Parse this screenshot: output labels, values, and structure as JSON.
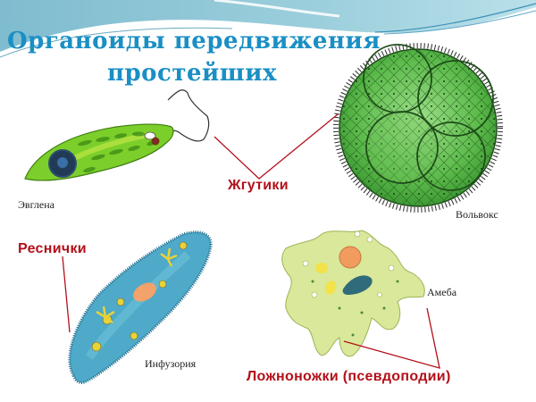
{
  "slide": {
    "title_line1": "Органоиды  передвижения",
    "title_line2": "простейших"
  },
  "organisms": [
    {
      "name": "Эвглена",
      "organelle": "Жгутики"
    },
    {
      "name": "Вольвокс",
      "organelle": "Жгутики"
    },
    {
      "name": "Инфузория",
      "organelle": "Реснички"
    },
    {
      "name": "Амеба",
      "organelle": "Ложноножки (псевдоподии)"
    }
  ],
  "labels": {
    "flagella": "Жгутики",
    "cilia": "Реснички",
    "pseudopodia": "Ложноножки (псевдоподии)"
  },
  "colors": {
    "title": "#1a8fc4",
    "term": "#b3101a",
    "leader_line": "#b3101a",
    "header_wave": "#8cc6d8"
  }
}
